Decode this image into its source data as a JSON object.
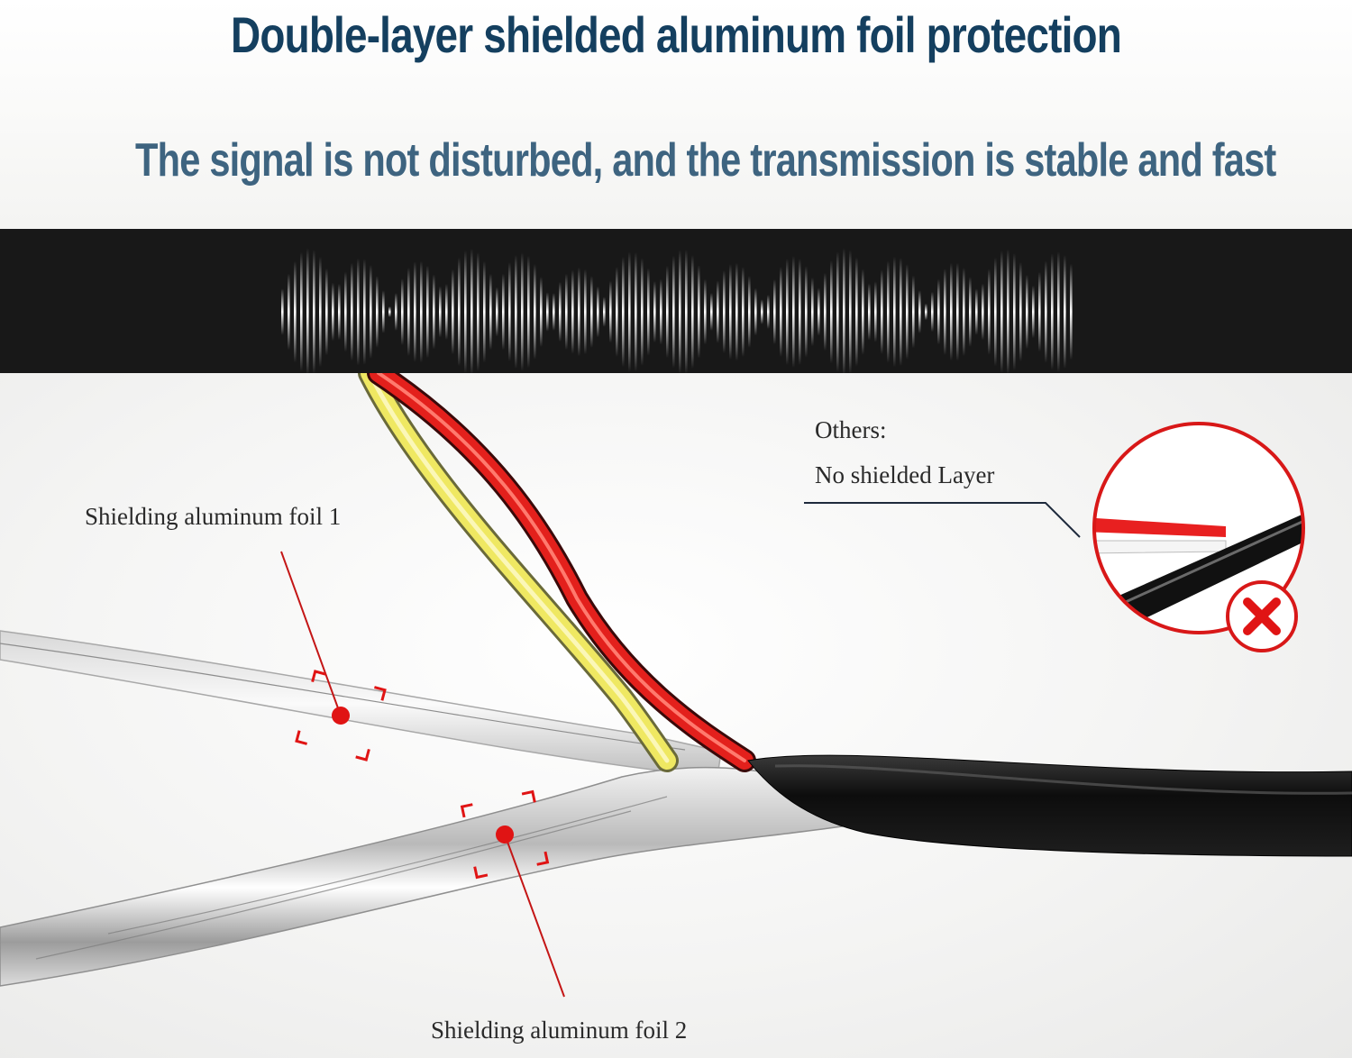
{
  "headline_primary": "Double-layer shielded aluminum foil protection",
  "headline_secondary": "The signal is not disturbed, and the transmission is stable and fast",
  "callouts": {
    "foil_1": "Shielding aluminum foil 1",
    "foil_2": "Shielding aluminum foil 2",
    "others_title": "Others:",
    "others_desc": "No shielded Layer"
  },
  "colors": {
    "headline_primary": "#143f5f",
    "headline_secondary": "#3e6480",
    "marker_red": "#e01414",
    "wave_band": "#181818"
  },
  "icons": [
    "signal-waveform",
    "cross-mark-icon",
    "target-marker"
  ]
}
